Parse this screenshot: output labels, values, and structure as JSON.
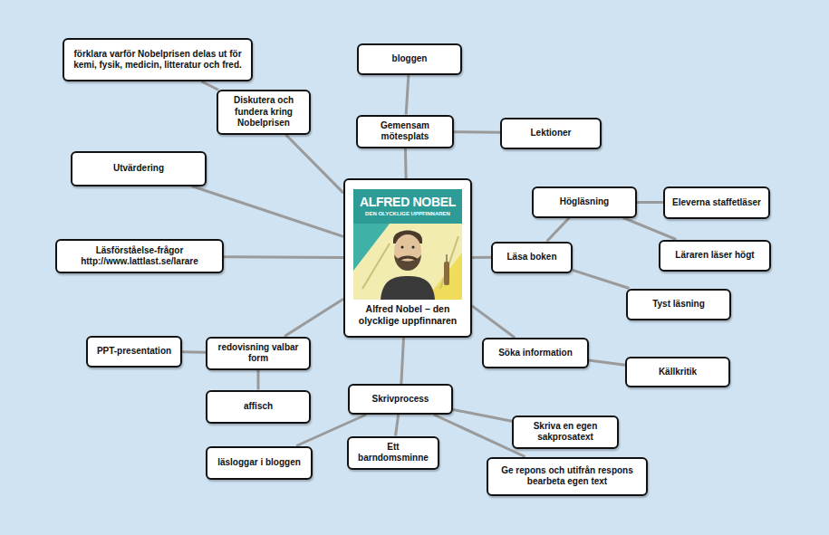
{
  "diagram": {
    "nodes": [
      {
        "text": [
          "Alfred Nobel – den olycklige uppfinnaren"
        ]
      },
      {
        "text": [
          "förklara varför Nobelprisen delas ut för kemi, fysik, medicin, litteratur och fred."
        ]
      },
      {
        "text": [
          "bloggen"
        ]
      },
      {
        "text": [
          "Diskutera och fundera kring Nobelprisen"
        ]
      },
      {
        "text": [
          "Gemensam mötesplats"
        ]
      },
      {
        "text": [
          "Lektioner"
        ]
      },
      {
        "text": [
          "Utvärdering"
        ]
      },
      {
        "text": [
          "Högläsning"
        ]
      },
      {
        "text": [
          "Eleverna staffetläser"
        ]
      },
      {
        "text": [
          "Läsförståelse-frågor http://www.lattlast.se/larare"
        ]
      },
      {
        "text": [
          "Läsa boken"
        ]
      },
      {
        "text": [
          "Läraren läser högt"
        ]
      },
      {
        "text": [
          "Tyst läsning"
        ]
      },
      {
        "text": [
          "PPT-presentation"
        ]
      },
      {
        "text": [
          "redovisning valbar form"
        ]
      },
      {
        "text": [
          "Söka information"
        ]
      },
      {
        "text": [
          "Källkritik"
        ]
      },
      {
        "text": [
          "affisch"
        ]
      },
      {
        "text": [
          "Skrivprocess"
        ]
      },
      {
        "text": [
          "Skriva en egen sakprosatext"
        ]
      },
      {
        "text": [
          "läsloggar i bloggen"
        ]
      },
      {
        "text": [
          "Ett barndomsminne"
        ]
      },
      {
        "text": [
          "Ge repons och utifrån respons bearbeta egen text"
        ]
      }
    ],
    "edges": [
      {
        "from": 0,
        "to": 4,
        "arrow": "none"
      },
      {
        "from": 4,
        "to": 2,
        "arrow": "none"
      },
      {
        "from": 4,
        "to": 5,
        "arrow": "none"
      },
      {
        "from": 0,
        "to": 3,
        "arrow": "none"
      },
      {
        "from": 3,
        "to": 1,
        "arrow": "none"
      },
      {
        "from": 0,
        "to": 6,
        "arrow": "none"
      },
      {
        "from": 0,
        "to": 9,
        "arrow": "none"
      },
      {
        "from": 0,
        "to": 14,
        "arrow": "none"
      },
      {
        "from": 14,
        "to": 13,
        "arrow": "none"
      },
      {
        "from": 14,
        "to": 17,
        "arrow": "none"
      },
      {
        "from": 0,
        "to": 18,
        "arrow": "none"
      },
      {
        "from": 18,
        "to": 20,
        "arrow": "none"
      },
      {
        "from": 18,
        "to": 21,
        "arrow": "none"
      },
      {
        "from": 18,
        "to": 19,
        "arrow": "none"
      },
      {
        "from": 18,
        "to": 22,
        "arrow": "none"
      },
      {
        "from": 0,
        "to": 15,
        "arrow": "none"
      },
      {
        "from": 15,
        "to": 16,
        "arrow": "none"
      },
      {
        "from": 0,
        "to": 10,
        "arrow": "none"
      },
      {
        "from": 10,
        "to": 7,
        "arrow": "none"
      },
      {
        "from": 7,
        "to": 8,
        "arrow": "none"
      },
      {
        "from": 7,
        "to": 11,
        "arrow": "none"
      },
      {
        "from": 10,
        "to": 12,
        "arrow": "none"
      }
    ],
    "labels": [
      "ALFRED NOBEL",
      "DEN OLYCKLIGE UPPFINNAREN"
    ]
  }
}
